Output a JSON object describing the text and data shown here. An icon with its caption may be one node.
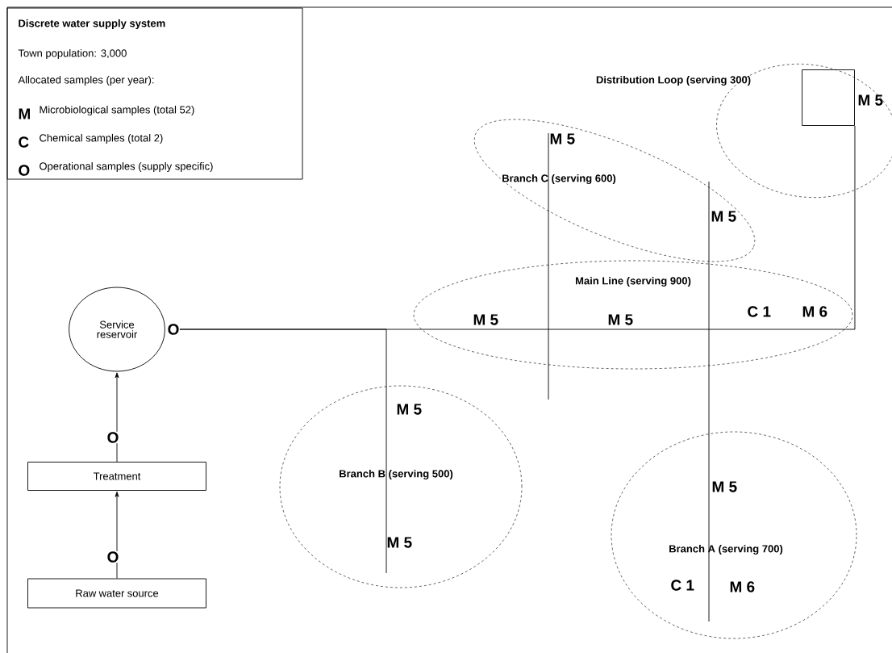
{
  "diagram": {
    "nodes": [
      {
        "text": [
          "Discrete water supply system",
          "Town population: 3,000",
          "Allocated samples (per year):",
          "M",
          "Microbiological samples (total 52)",
          "C",
          "Chemical samples (total 2)",
          "O",
          "Operational samples (supply specific)"
        ]
      },
      {
        "text": [
          "Service reservoir"
        ]
      },
      {
        "text": [
          "Treatment"
        ]
      },
      {
        "text": [
          "Raw water source"
        ]
      },
      {
        "text": [
          "Distribution Loop (serving 300)"
        ]
      },
      {
        "text": [],
        "shape": "box",
        "in": 4,
        "beside": [
          "M 5"
        ]
      },
      {
        "text": [
          "Branch C (serving 600)"
        ]
      },
      {
        "text": [
          "Main Line (serving 900)"
        ]
      },
      {
        "text": [
          "Branch B (serving 500)"
        ]
      },
      {
        "text": [
          "Branch A (serving 700)"
        ]
      }
    ],
    "edges": [
      {
        "from": 3,
        "to": 2,
        "arrow": "to",
        "label": "O"
      },
      {
        "from": 2,
        "to": 1,
        "arrow": "to",
        "label": "O"
      },
      {
        "from": 1,
        "to": 7,
        "arrow": "none",
        "label": "O"
      },
      {
        "from": 7,
        "to": 5,
        "arrow": "none"
      },
      {
        "from": 1,
        "to": 8,
        "arrow": "none"
      },
      {
        "from": 6,
        "to": 7,
        "arrow": "none"
      },
      {
        "from": 7,
        "to": 9,
        "arrow": "none"
      }
    ],
    "labels": [
      "M 5",
      "M 5",
      "M 5",
      "M 5",
      "C 1",
      "M 6",
      "M 5",
      "M 5",
      "M 5",
      "C 1",
      "M 6"
    ]
  }
}
